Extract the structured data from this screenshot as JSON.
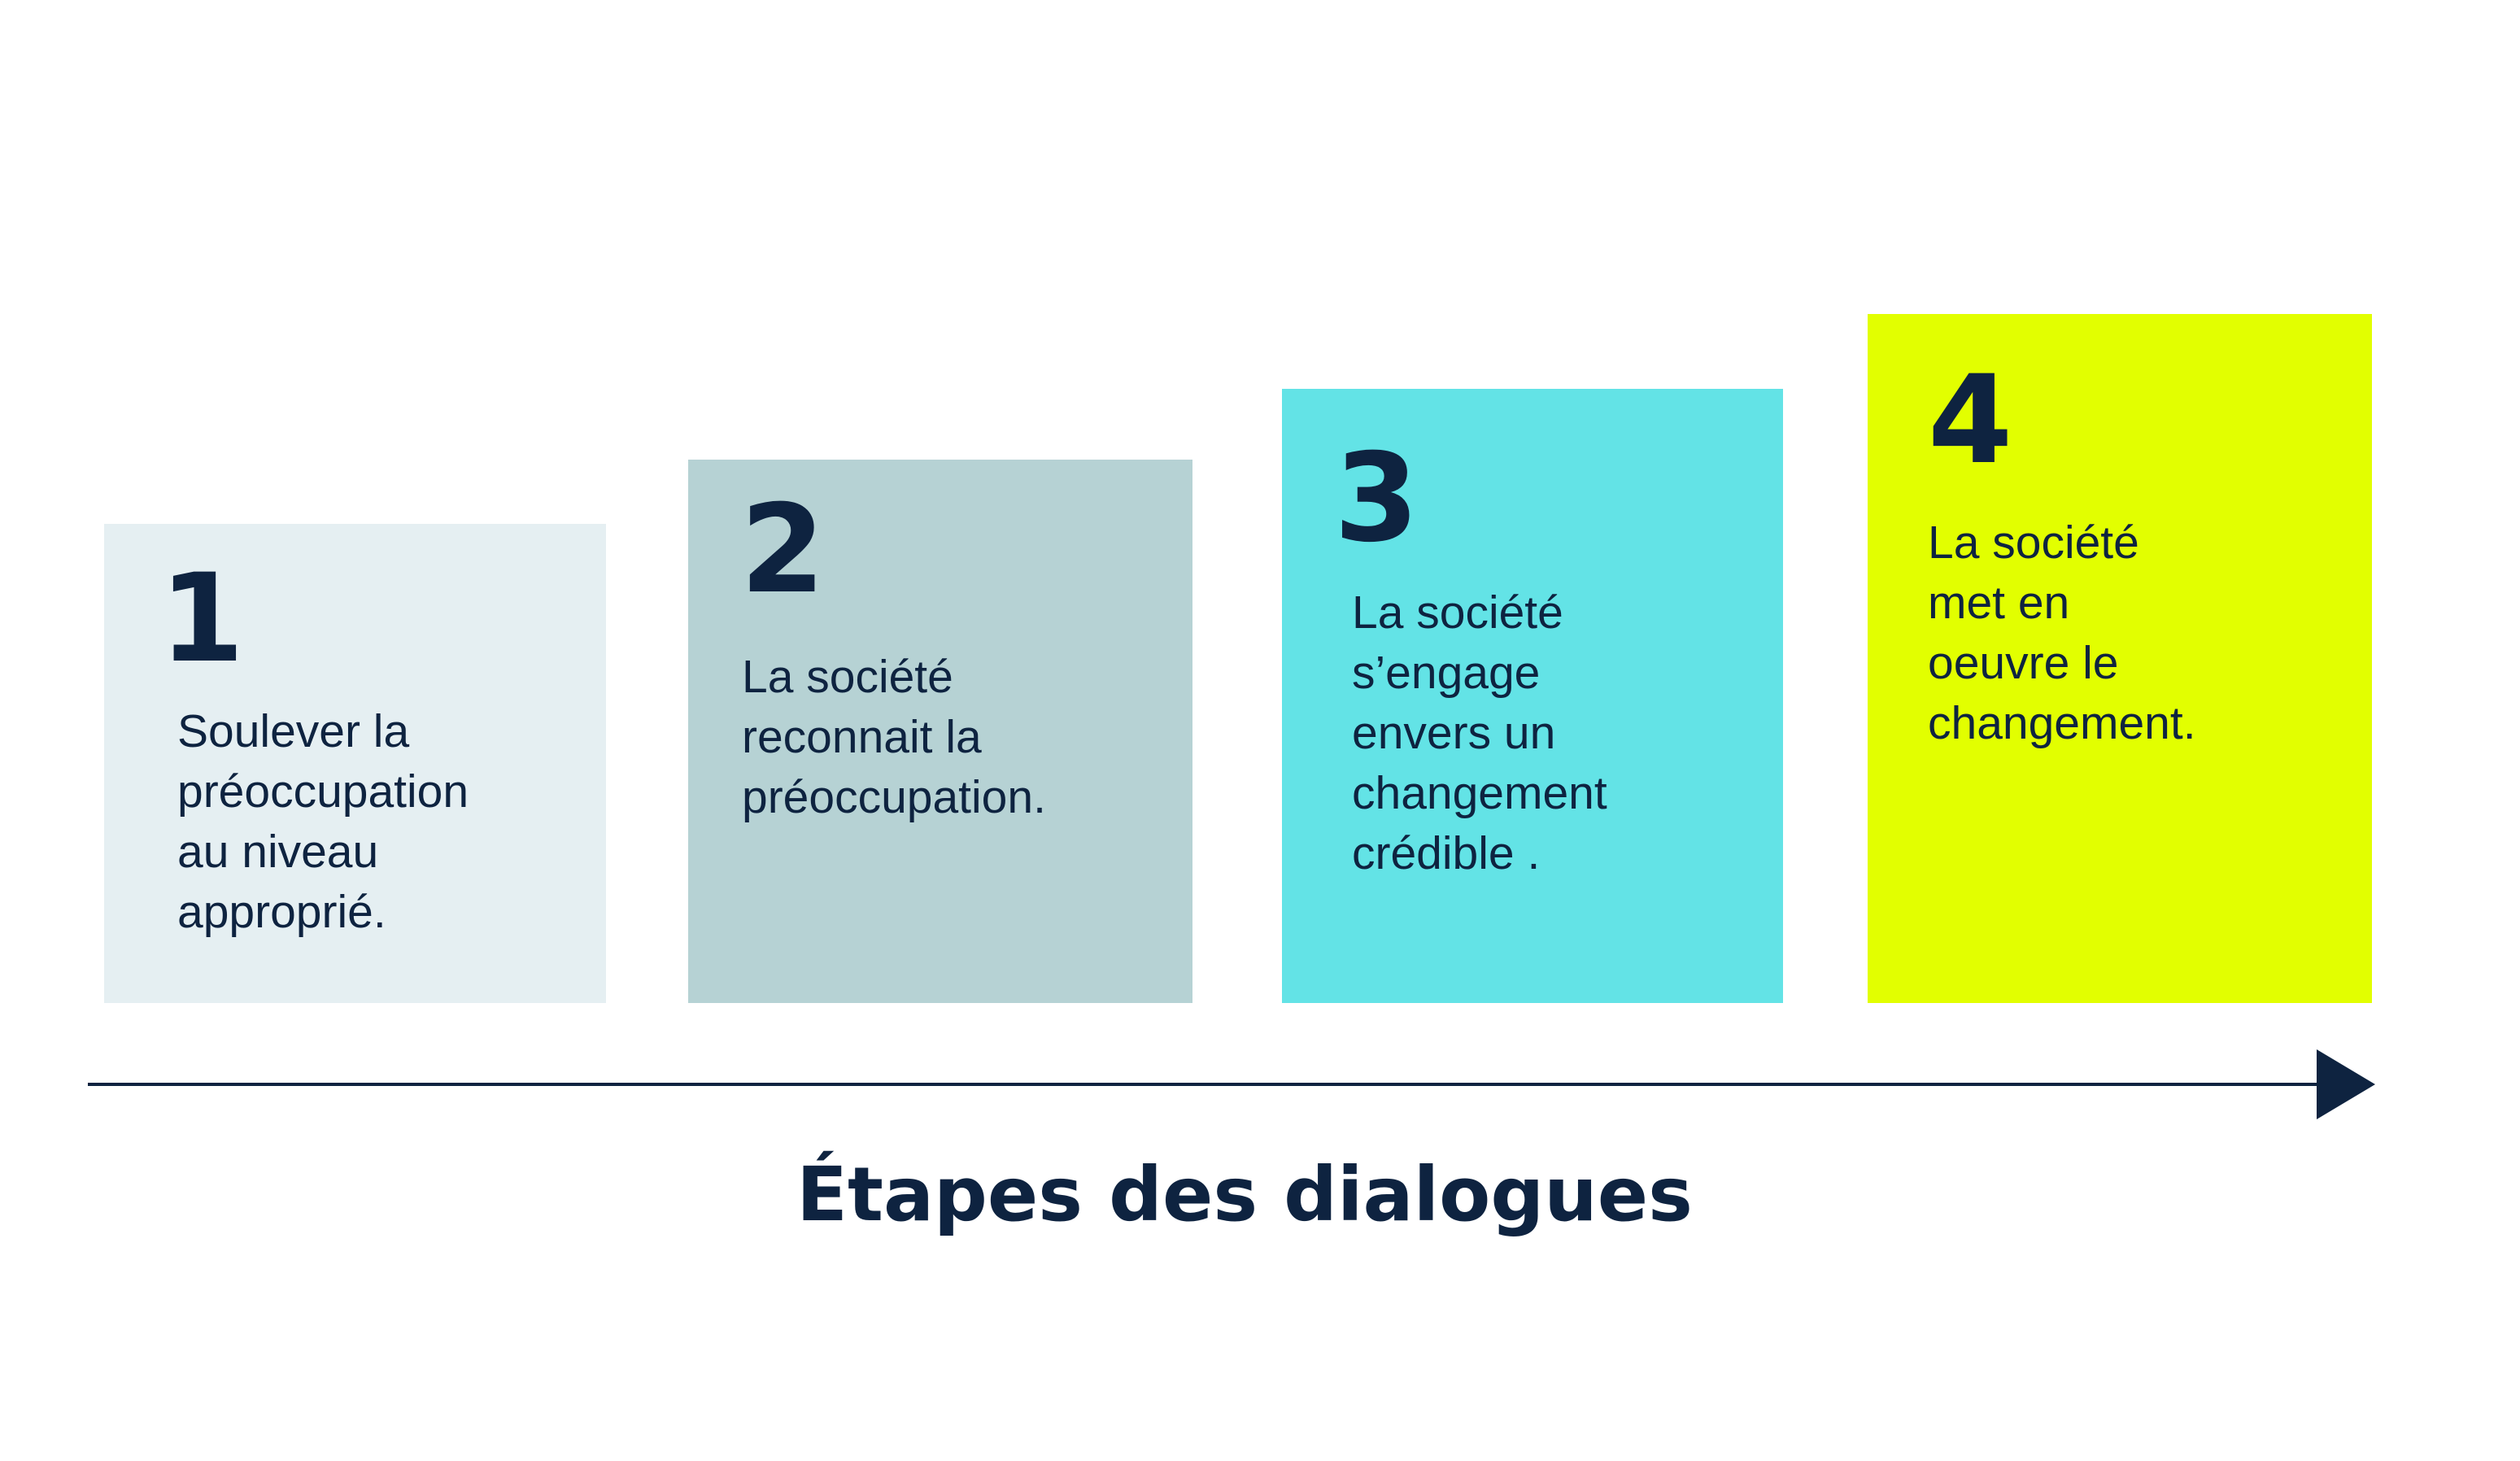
{
  "steps": [
    {
      "number": "1",
      "text": "Soulever la\npréoccupation\nau niveau\napproprié.",
      "color": "#e5eff2"
    },
    {
      "number": "2",
      "text": "La société\nreconnait la\npréoccupation.",
      "color": "#b6d2d4"
    },
    {
      "number": "3",
      "text": "La société\ns’engage\nenvers un\nchangement\ncrédible .",
      "color": "#63e3e6"
    },
    {
      "number": "4",
      "text": "La société\nmet en\noeuvre le\nchangement.",
      "color": "#e2ff00"
    }
  ],
  "axis": {
    "title": "Étapes des dialogues",
    "color": "#0e2340",
    "icon": "arrow-right-icon"
  }
}
